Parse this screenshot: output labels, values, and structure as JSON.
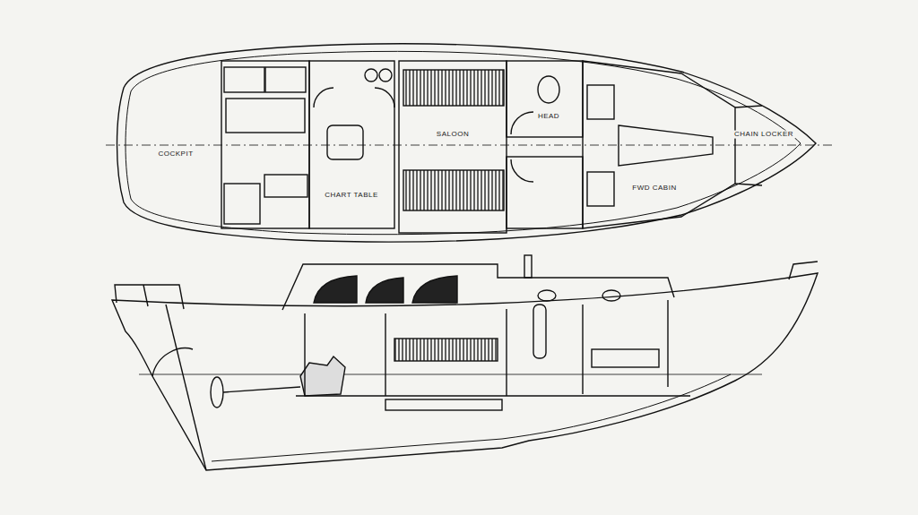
{
  "diagram": {
    "labels": [
      "COCKPIT",
      "SALOON",
      "HEAD",
      "CHART TABLE",
      "FWD CABIN",
      "CHAIN LOCKER"
    ]
  }
}
